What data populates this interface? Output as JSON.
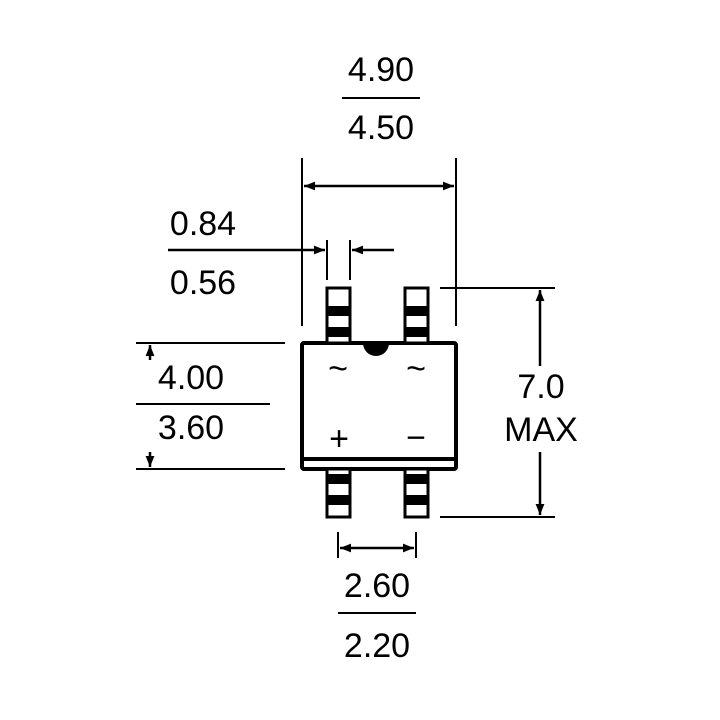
{
  "package_width": {
    "max": "4.90",
    "min": "4.50"
  },
  "lead_width": {
    "max": "0.84",
    "min": "0.56"
  },
  "body_length": {
    "max": "4.00",
    "min": "3.60"
  },
  "overall_length": {
    "value": "7.0",
    "qualifier": "MAX"
  },
  "lead_pitch": {
    "max": "2.60",
    "min": "2.20"
  },
  "terminal_marks": {
    "ac_left": "~",
    "ac_right": "~",
    "positive": "+",
    "negative": "−"
  }
}
